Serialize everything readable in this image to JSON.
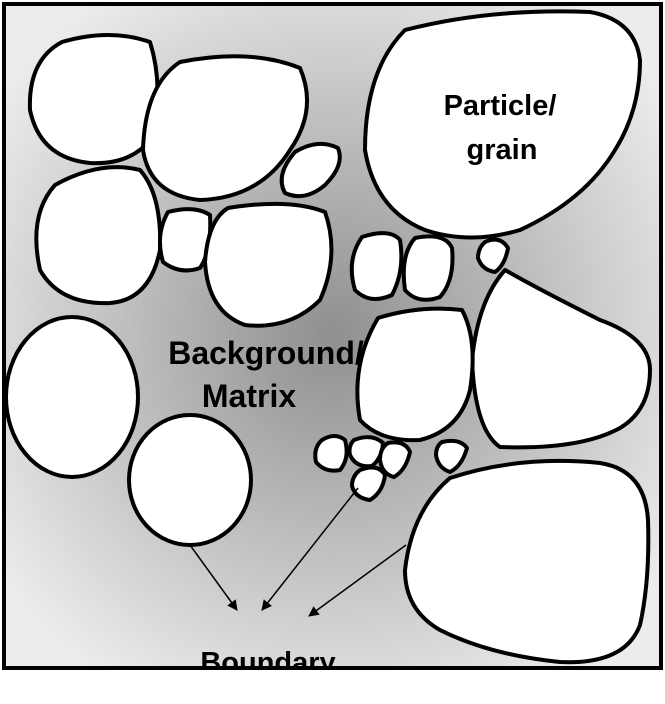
{
  "labels": {
    "particle": [
      "Particle/",
      "grain"
    ],
    "matrix": [
      "Background/",
      "Matrix"
    ],
    "boundary": "Boundary"
  },
  "colors": {
    "matrix_center": "#8f8f8f",
    "matrix_edge": "#ececec",
    "grain_fill": "#ffffff",
    "outline": "#000000"
  }
}
